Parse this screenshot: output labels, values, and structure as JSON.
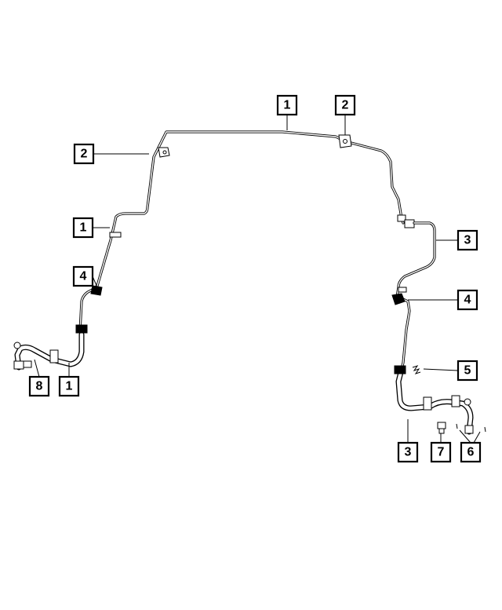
{
  "callouts": [
    {
      "label": "1"
    },
    {
      "label": "2"
    },
    {
      "label": "2"
    },
    {
      "label": "1"
    },
    {
      "label": "4"
    },
    {
      "label": "8"
    },
    {
      "label": "1"
    },
    {
      "label": "3"
    },
    {
      "label": "4"
    },
    {
      "label": "5"
    },
    {
      "label": "3"
    },
    {
      "label": "7"
    },
    {
      "label": "6"
    }
  ]
}
